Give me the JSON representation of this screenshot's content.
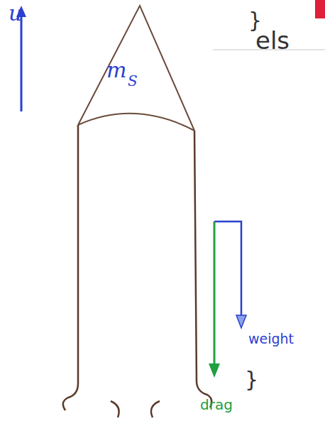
{
  "diagram": {
    "labels": [
      "u",
      "m",
      "S",
      "}",
      "els",
      "weight",
      "drag",
      "}"
    ]
  }
}
